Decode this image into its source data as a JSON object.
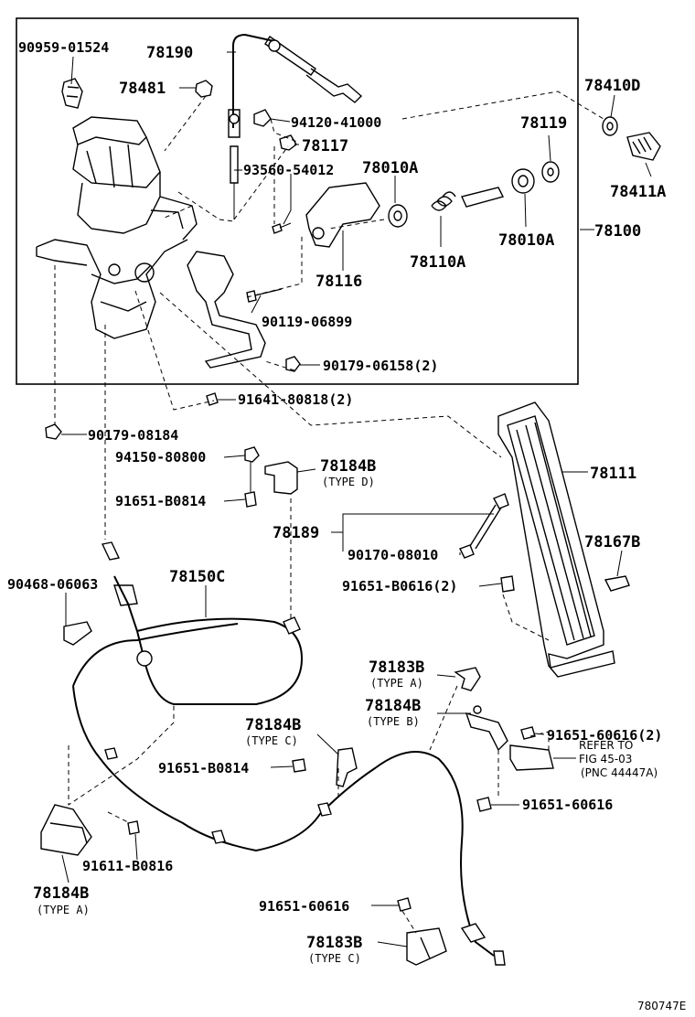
{
  "figure_id": "780747E",
  "labels": [
    {
      "id": "l1",
      "text": "90959-01524"
    },
    {
      "id": "l2",
      "text": "78190"
    },
    {
      "id": "l3",
      "text": "78481"
    },
    {
      "id": "l4",
      "text": "94120-41000"
    },
    {
      "id": "l5",
      "text": "78117"
    },
    {
      "id": "l6",
      "text": "93560-54012"
    },
    {
      "id": "l7",
      "text": "78010A"
    },
    {
      "id": "l8",
      "text": "78410D"
    },
    {
      "id": "l9",
      "text": "78119"
    },
    {
      "id": "l10",
      "text": "78411A"
    },
    {
      "id": "l11",
      "text": "78010A"
    },
    {
      "id": "l12",
      "text": "78100"
    },
    {
      "id": "l13",
      "text": "78110A"
    },
    {
      "id": "l14",
      "text": "78116"
    },
    {
      "id": "l15",
      "text": "90119-06899"
    },
    {
      "id": "l16",
      "text": "90179-06158(2)"
    },
    {
      "id": "l17",
      "text": "91641-80818(2)"
    },
    {
      "id": "l18",
      "text": "90179-08184"
    },
    {
      "id": "l19",
      "text": "94150-80800"
    },
    {
      "id": "l20",
      "text": "78184B"
    },
    {
      "id": "l21",
      "text": "(TYPE D)"
    },
    {
      "id": "l22",
      "text": "91651-B0814"
    },
    {
      "id": "l23",
      "text": "78111"
    },
    {
      "id": "l24",
      "text": "78189"
    },
    {
      "id": "l25",
      "text": "90170-08010"
    },
    {
      "id": "l26",
      "text": "78167B"
    },
    {
      "id": "l27",
      "text": "91651-B0616(2)"
    },
    {
      "id": "l28",
      "text": "90468-06063"
    },
    {
      "id": "l29",
      "text": "78150C"
    },
    {
      "id": "l30",
      "text": "78183B"
    },
    {
      "id": "l31",
      "text": "(TYPE A)"
    },
    {
      "id": "l32",
      "text": "78184B"
    },
    {
      "id": "l33",
      "text": "(TYPE B)"
    },
    {
      "id": "l34",
      "text": "91651-60616(2)"
    },
    {
      "id": "l35",
      "text": "78184B"
    },
    {
      "id": "l36",
      "text": "(TYPE C)"
    },
    {
      "id": "l37",
      "text": "91651-B0814"
    },
    {
      "id": "l38",
      "text": "REFER TO"
    },
    {
      "id": "l39",
      "text": "FIG 45-03"
    },
    {
      "id": "l40",
      "text": "(PNC 44447A)"
    },
    {
      "id": "l41",
      "text": "91651-60616"
    },
    {
      "id": "l42",
      "text": "91611-B0816"
    },
    {
      "id": "l43",
      "text": "78184B"
    },
    {
      "id": "l44",
      "text": "(TYPE A)"
    },
    {
      "id": "l45",
      "text": "91651-60616"
    },
    {
      "id": "l46",
      "text": "78183B"
    },
    {
      "id": "l47",
      "text": "(TYPE C)"
    }
  ]
}
